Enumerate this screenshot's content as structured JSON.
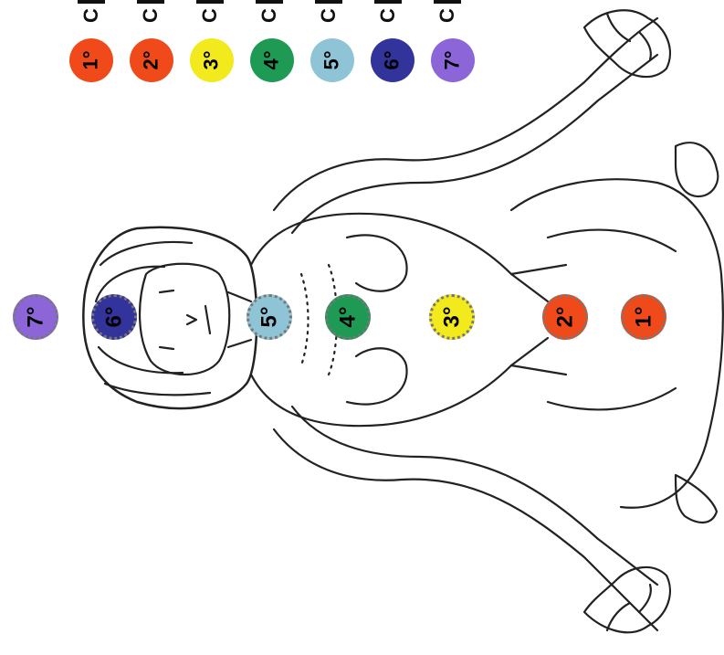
{
  "legend": {
    "letter": "C",
    "items": [
      {
        "label": "1°",
        "color": "#f04a1a"
      },
      {
        "label": "2°",
        "color": "#f04a1a"
      },
      {
        "label": "3°",
        "color": "#f2ea1c"
      },
      {
        "label": "4°",
        "color": "#1e9a55"
      },
      {
        "label": "5°",
        "color": "#8fc3d6"
      },
      {
        "label": "6°",
        "color": "#33339c"
      },
      {
        "label": "7°",
        "color": "#8c66d9"
      }
    ]
  },
  "body_markers": [
    {
      "label": "7°",
      "color": "#8c66d9"
    },
    {
      "label": "6°",
      "color": "#33339c"
    },
    {
      "label": "5°",
      "color": "#8fc3d6"
    },
    {
      "label": "4°",
      "color": "#1e9a55"
    },
    {
      "label": "3°",
      "color": "#f2ea1c"
    },
    {
      "label": "2°",
      "color": "#f04a1a"
    },
    {
      "label": "1°",
      "color": "#f04a1a"
    }
  ]
}
